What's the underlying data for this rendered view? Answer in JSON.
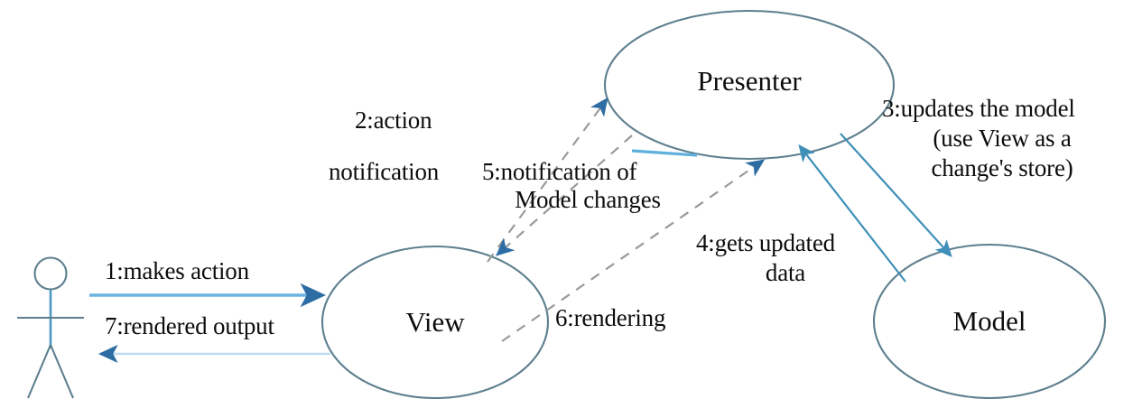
{
  "diagram": {
    "title": "Model View Presenter interaction diagram",
    "type": "uml-communication-diagram",
    "colors": {
      "ellipse_stroke": "#5d7f8e",
      "actor_stroke": "#5d7f8e",
      "solid_arrow": "#4a9ac4",
      "light_arrow": "#6cb4e0",
      "dashed_line": "#9a9a9a",
      "arrowhead": "#2e6da4",
      "text": "#0d0d0d",
      "background": "#ffffff"
    },
    "nodes": [
      {
        "id": "actor",
        "label": "",
        "shape": "stick-figure"
      },
      {
        "id": "view",
        "label": "View",
        "shape": "ellipse"
      },
      {
        "id": "presenter",
        "label": "Presenter",
        "shape": "ellipse"
      },
      {
        "id": "model",
        "label": "Model",
        "shape": "ellipse"
      }
    ],
    "messages": [
      {
        "seq": "1",
        "text": "1:makes action",
        "from": "actor",
        "to": "view",
        "style": "solid"
      },
      {
        "seq": "2",
        "text": "2:action",
        "from": "view",
        "to": "presenter",
        "style": "dashed"
      },
      {
        "seq": "2b",
        "text": "notification",
        "from": "view",
        "to": "presenter",
        "style": "dashed"
      },
      {
        "seq": "5",
        "text": "5:notification of",
        "from": "presenter",
        "to": "view",
        "style": "dashed"
      },
      {
        "seq": "5b",
        "text": "Model changes",
        "from": "presenter",
        "to": "view",
        "style": "dashed"
      },
      {
        "seq": "3",
        "text": "3:updates the model",
        "from": "presenter",
        "to": "model",
        "style": "solid"
      },
      {
        "seq": "3b",
        "text": "(use View as a",
        "from": "presenter",
        "to": "model",
        "style": "solid"
      },
      {
        "seq": "3c",
        "text": "change's store)",
        "from": "presenter",
        "to": "model",
        "style": "solid"
      },
      {
        "seq": "4",
        "text": "4:gets updated",
        "from": "model",
        "to": "presenter",
        "style": "solid"
      },
      {
        "seq": "4b",
        "text": "data",
        "from": "model",
        "to": "presenter",
        "style": "solid"
      },
      {
        "seq": "6",
        "text": "6:rendering",
        "from": "view",
        "to": "presenter",
        "style": "dashed"
      },
      {
        "seq": "7",
        "text": "7:rendered output",
        "from": "view",
        "to": "actor",
        "style": "solid"
      }
    ],
    "labels": {
      "msg1": "1:makes action",
      "msg7": "7:rendered output",
      "msg2_line1": "2:action",
      "msg2_line2": "notification",
      "msg5_line1": "5:notification of",
      "msg5_line2": "Model changes",
      "msg3_line1": "3:updates the model",
      "msg3_line2": "(use View as a",
      "msg3_line3": "change's store)",
      "msg4_line1": "4:gets updated",
      "msg4_line2": "data",
      "msg6": "6:rendering",
      "node_view": "View",
      "node_presenter": "Presenter",
      "node_model": "Model"
    }
  }
}
